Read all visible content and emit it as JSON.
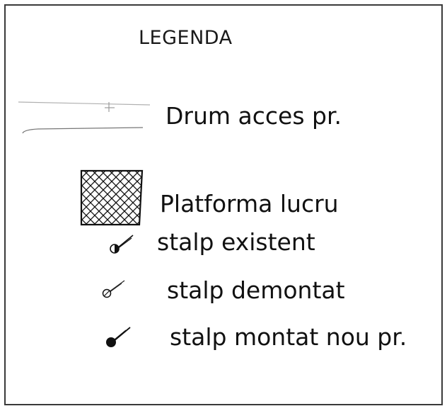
{
  "legend": {
    "title": "LEGENDA",
    "items": [
      {
        "symbol": "road-access-symbol",
        "label": "Drum acces pr."
      },
      {
        "symbol": "crosshatch-platform-symbol",
        "label": "Platforma  lucru"
      },
      {
        "symbol": "pole-existing-icon",
        "label": "stalp existent"
      },
      {
        "symbol": "pole-dismantled-icon",
        "label": "stalp demontat"
      },
      {
        "symbol": "pole-new-icon",
        "label": "stalp montat nou pr."
      }
    ]
  },
  "colors": {
    "frame": "#3a3a3a",
    "ink": "#111111",
    "road_line": "#8a8a8a"
  }
}
